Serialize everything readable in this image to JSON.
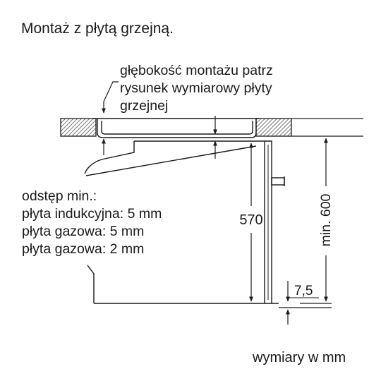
{
  "title": "Montaż z płytą grzejną.",
  "depth_note": {
    "lines": [
      "głębokość montażu patrz",
      "rysunek wymiarowy płyty",
      "grzejnej"
    ]
  },
  "gap": {
    "heading": "odstęp min.:",
    "lines": [
      "płyta indukcyjna: 5 mm",
      "płyta gazowa: 5 mm",
      "płyta gazowa: 2 mm"
    ]
  },
  "dimensions": {
    "height": "570",
    "min_height": "min. 600",
    "bottom_gap": "7,5"
  },
  "units_note": "wymiary w mm"
}
